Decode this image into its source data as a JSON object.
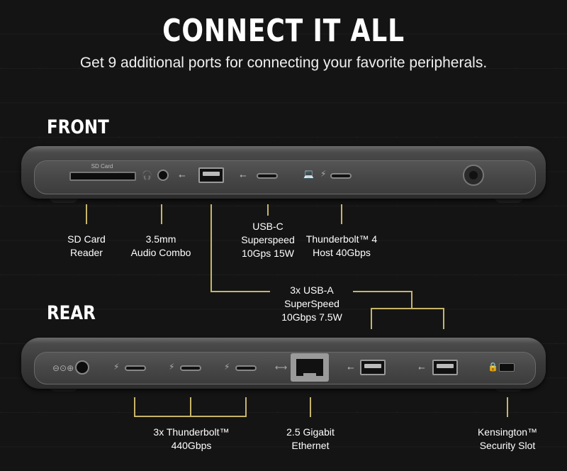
{
  "header": {
    "title": "CONNECT IT ALL",
    "subtitle": "Get 9 additional ports for connecting your favorite peripherals."
  },
  "front": {
    "label": "FRONT",
    "sd_slot_text": "SD Card",
    "callouts": [
      {
        "lines": [
          "SD Card",
          "Reader"
        ]
      },
      {
        "lines": [
          "3.5mm",
          "Audio Combo"
        ]
      },
      {
        "lines": [
          "USB-C",
          "Superspeed",
          "10Gps 15W"
        ]
      },
      {
        "lines": [
          "Thunderbolt™ 4",
          "Host 40Gbps"
        ]
      },
      {
        "lines": [
          "3x USB-A",
          "SuperSpeed",
          "10Gbps 7.5W"
        ]
      }
    ]
  },
  "rear": {
    "label": "REAR",
    "callouts": [
      {
        "lines": [
          "3x Thunderbolt™",
          "440Gbps"
        ]
      },
      {
        "lines": [
          "2.5 Gigabit",
          "Ethernet"
        ]
      },
      {
        "lines": [
          "Kensington™",
          "Security Slot"
        ]
      }
    ]
  },
  "colors": {
    "background": "#141414",
    "callout_line": "#c8b46a",
    "device_body": "#3a3a3a"
  },
  "icons": [
    "headphone-icon",
    "usb-icon",
    "laptop-icon",
    "lightning-icon",
    "dc-power-icon",
    "network-icon",
    "lock-icon"
  ]
}
